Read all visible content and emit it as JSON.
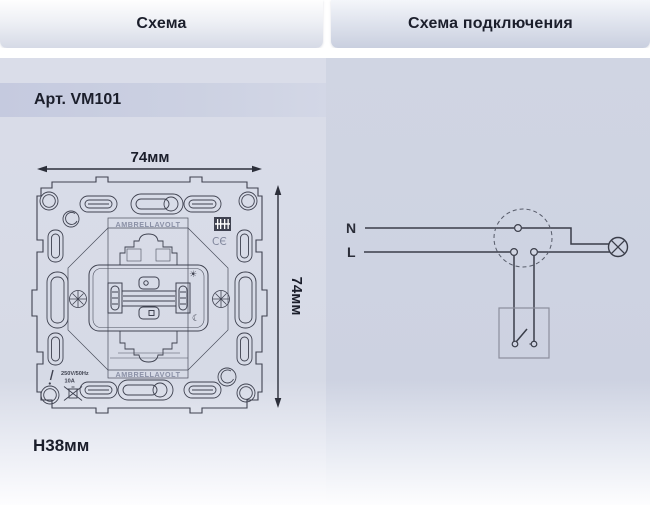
{
  "tabs": {
    "scheme": "Схема",
    "connection": "Схема подключения"
  },
  "product": {
    "article": "Арт. VM101"
  },
  "drawing": {
    "width_label": "74мм",
    "height_label": "74мм",
    "depth_label": "H38мм",
    "brand_top": "AMBRELLAVOLT",
    "brand_bottom": "AMBRELLAVOLT",
    "voltage": "250V/50Hz",
    "current": "10A",
    "ce_mark": "CЄ",
    "sun_glyph": "☀",
    "moon_glyph": "☾"
  },
  "wiring": {
    "neutral": "N",
    "line": "L"
  },
  "colors": {
    "ink": "#3f4250",
    "panel_left_bg": "#d8dbe7",
    "panel_right_bg": "#ced3e1",
    "article_band_bg": "#c7ccdf",
    "header_text": "#1b1e2b",
    "wire": "#3a3d49",
    "box_stroke": "#8b8e9c"
  }
}
